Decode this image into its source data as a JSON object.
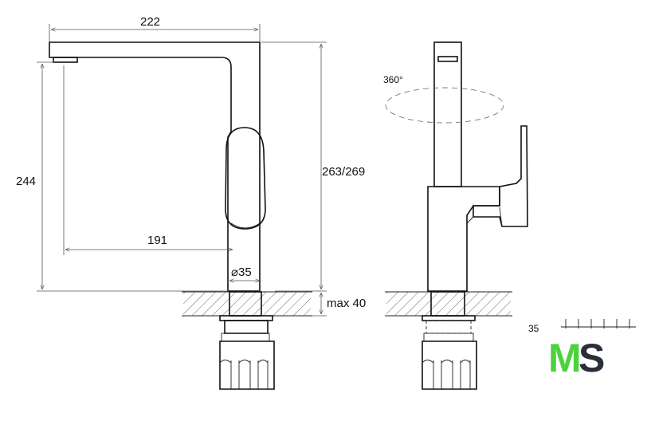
{
  "front_view": {
    "dims": {
      "spout_reach": "222",
      "spout_height": "244",
      "total_height": "263/269",
      "lever_reach": "191",
      "base_diameter": "⌀35",
      "max_thickness": "max 40"
    }
  },
  "side_view": {
    "rotation": "360°"
  },
  "partial_view": {
    "label": "35"
  },
  "logo": {
    "m": "M",
    "s": "S",
    "colors": {
      "m": "#4cd23c",
      "s": "#2b2f3a"
    }
  },
  "colors": {
    "line": "#111111",
    "dimension": "#555555"
  }
}
